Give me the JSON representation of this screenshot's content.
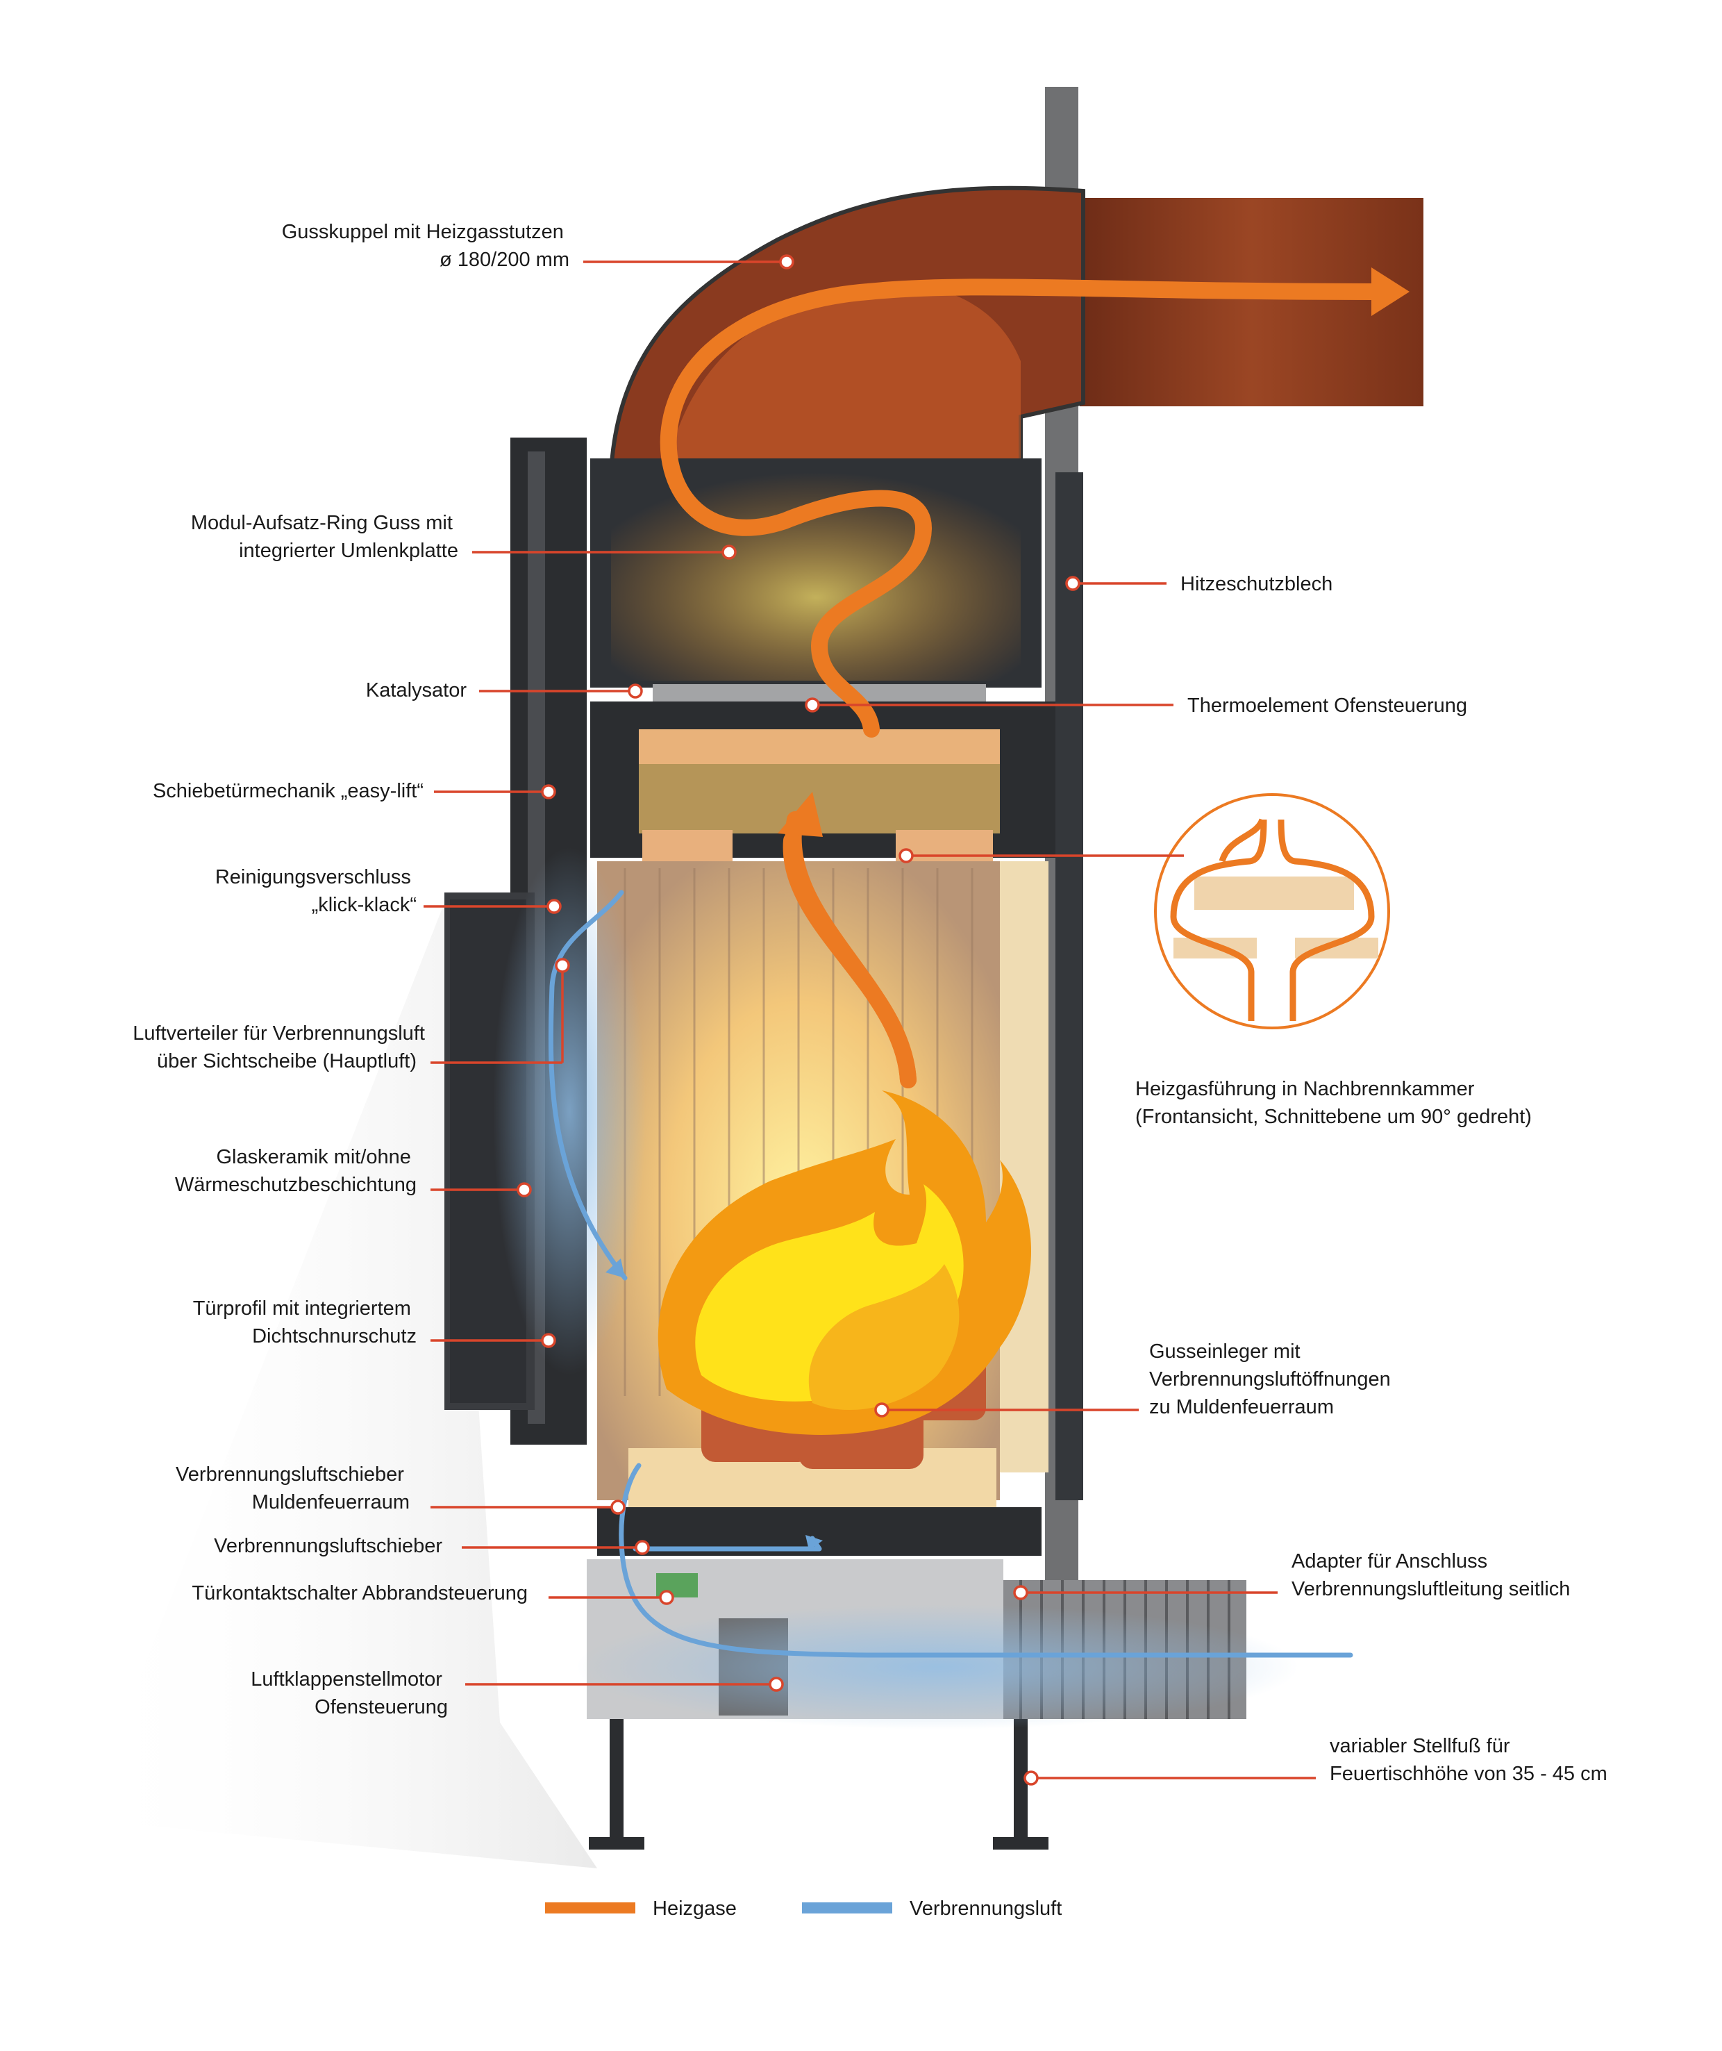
{
  "labels": {
    "gusskuppel_1": "Gusskuppel mit Heizgasstutzen",
    "gusskuppel_2": "ø 180/200 mm",
    "modul_1": "Modul-Aufsatz-Ring Guss mit",
    "modul_2": "integrierter Umlenkplatte",
    "hitzeschutz": "Hitzeschutzblech",
    "katalysator": "Katalysator",
    "thermoelement": "Thermoelement Ofensteuerung",
    "schiebe": "Schiebetürmechanik „easy-lift“",
    "reinigung_1": "Reinigungsverschluss",
    "reinigung_2": "„klick-klack“",
    "luftverteiler_1": "Luftverteiler für Verbrennungsluft",
    "luftverteiler_2": "über Sichtscheibe (Hauptluft)",
    "glaskeramik_1": "Glaskeramik mit/ohne",
    "glaskeramik_2": "Wärmeschutzbeschichtung",
    "tuerprofil_1": "Türprofil mit integriertem",
    "tuerprofil_2": "Dichtschnurschutz",
    "heizgasfuehrung_1": "Heizgasführung in Nachbrennkammer",
    "heizgasfuehrung_2": "(Frontansicht, Schnittebene um 90° gedreht)",
    "gusseinleger_1": "Gusseinleger mit",
    "gusseinleger_2": "Verbrennungsluftöffnungen",
    "gusseinleger_3": "zu Muldenfeuerraum",
    "vls_mulden_1": "Verbrennungsluftschieber",
    "vls_mulden_2": "Muldenfeuerraum",
    "vls": "Verbrennungsluftschieber",
    "tuerkontakt": "Türkontaktschalter Abbrandsteuerung",
    "adapter_1": "Adapter für Anschluss",
    "adapter_2": "Verbrennungsluftleitung seitlich",
    "luftklappe_1": "Luftklappenstellmotor",
    "luftklappe_2": "Ofensteuerung",
    "stellfuss_1": "variabler Stellfuß für",
    "stellfuss_2": "Feuertischhöhe von 35 - 45 cm"
  },
  "legend": [
    {
      "label": "Heizgase",
      "color": "#ec7a22"
    },
    {
      "label": "Verbrennungsluft",
      "color": "#6aa3d8"
    }
  ],
  "colors": {
    "accent_leader": "#d9452b",
    "flue_brown": "#8a3a1f",
    "stove_dark": "#2b2d30",
    "fire_orange": "#f39a12",
    "fire_yellow": "#ffe21a"
  }
}
